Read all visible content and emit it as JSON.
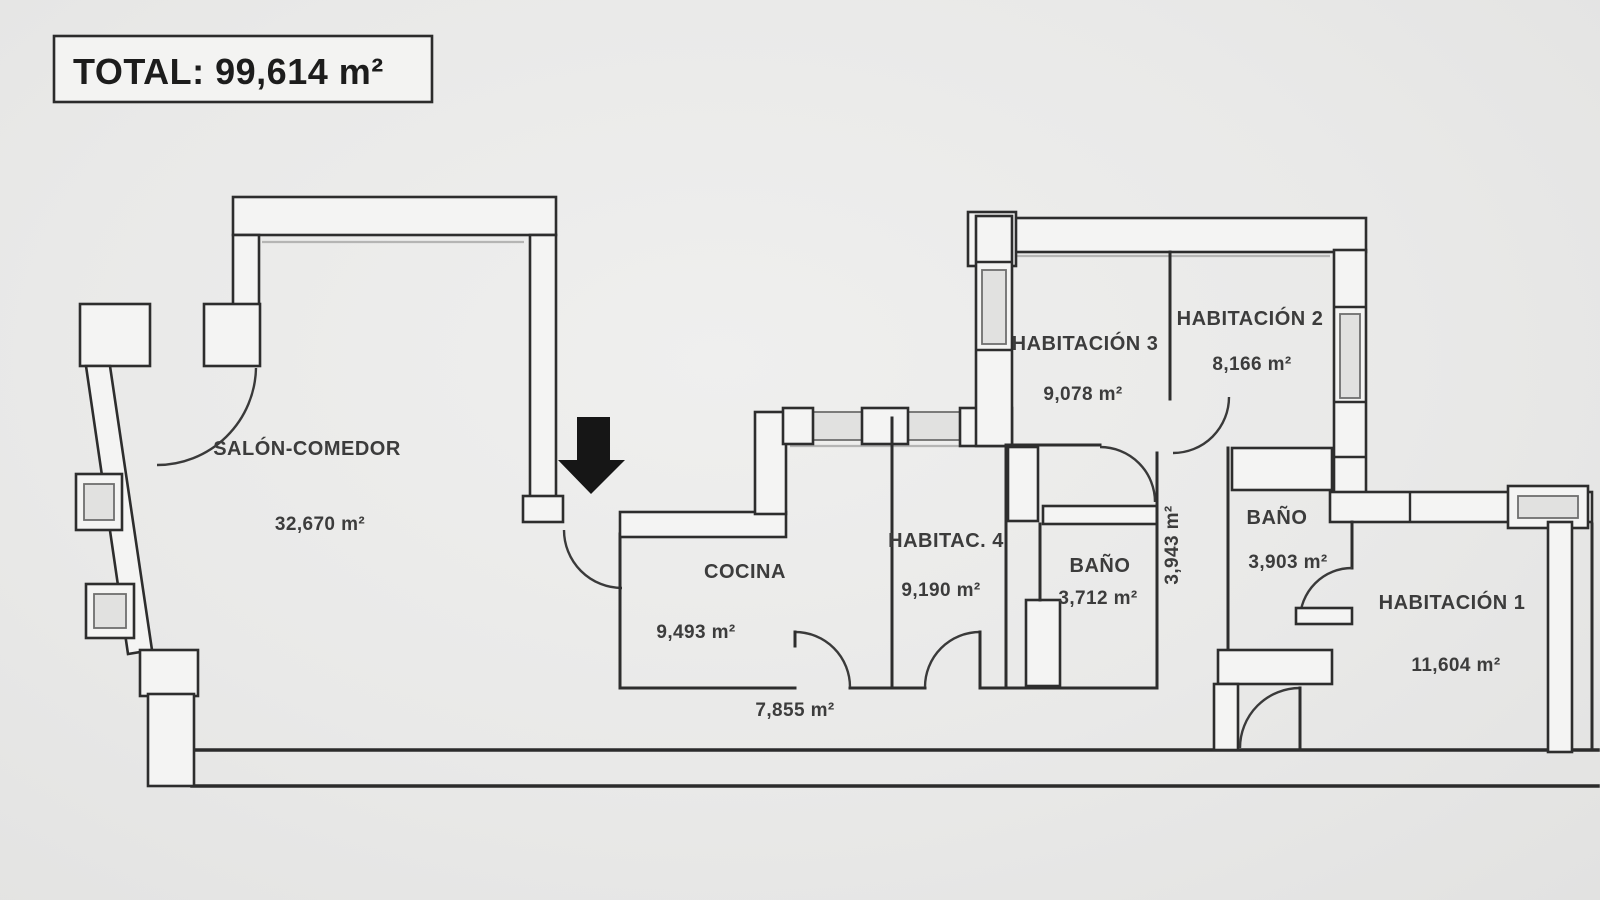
{
  "total_box": {
    "label": "TOTAL: 99,614 m²"
  },
  "floor_plan": {
    "rooms": [
      {
        "id": "salon-comedor",
        "name": "SALÓN-COMEDOR",
        "area": "32,670 m²"
      },
      {
        "id": "cocina",
        "name": "COCINA",
        "area": "9,493 m²"
      },
      {
        "id": "habitacion-4",
        "name": "HABITAC. 4",
        "area": "9,190 m²"
      },
      {
        "id": "bano-interior",
        "name": "BAÑO",
        "area": "3,712 m²"
      },
      {
        "id": "habitacion-3",
        "name": "HABITACIÓN 3",
        "area": "9,078 m²"
      },
      {
        "id": "habitacion-2",
        "name": "HABITACIÓN 2",
        "area": "8,166 m²"
      },
      {
        "id": "bano-pasillo",
        "name": "BAÑO",
        "area": "3,903 m²"
      },
      {
        "id": "habitacion-1",
        "name": "HABITACIÓN 1",
        "area": "11,604 m²"
      },
      {
        "id": "pasillo",
        "name": "",
        "area": "7,855 m²"
      },
      {
        "id": "distribuidor",
        "name": "",
        "area": "3,943 m²"
      }
    ],
    "entrance_icon": "down-arrow"
  },
  "colors": {
    "background": "#e9e9e8",
    "wall": "#2d2d2d",
    "wall_fill": "#f4f4f3",
    "glass_fill": "#e1e1e0",
    "text": "#3c3c3c",
    "arrow": "#161616"
  }
}
